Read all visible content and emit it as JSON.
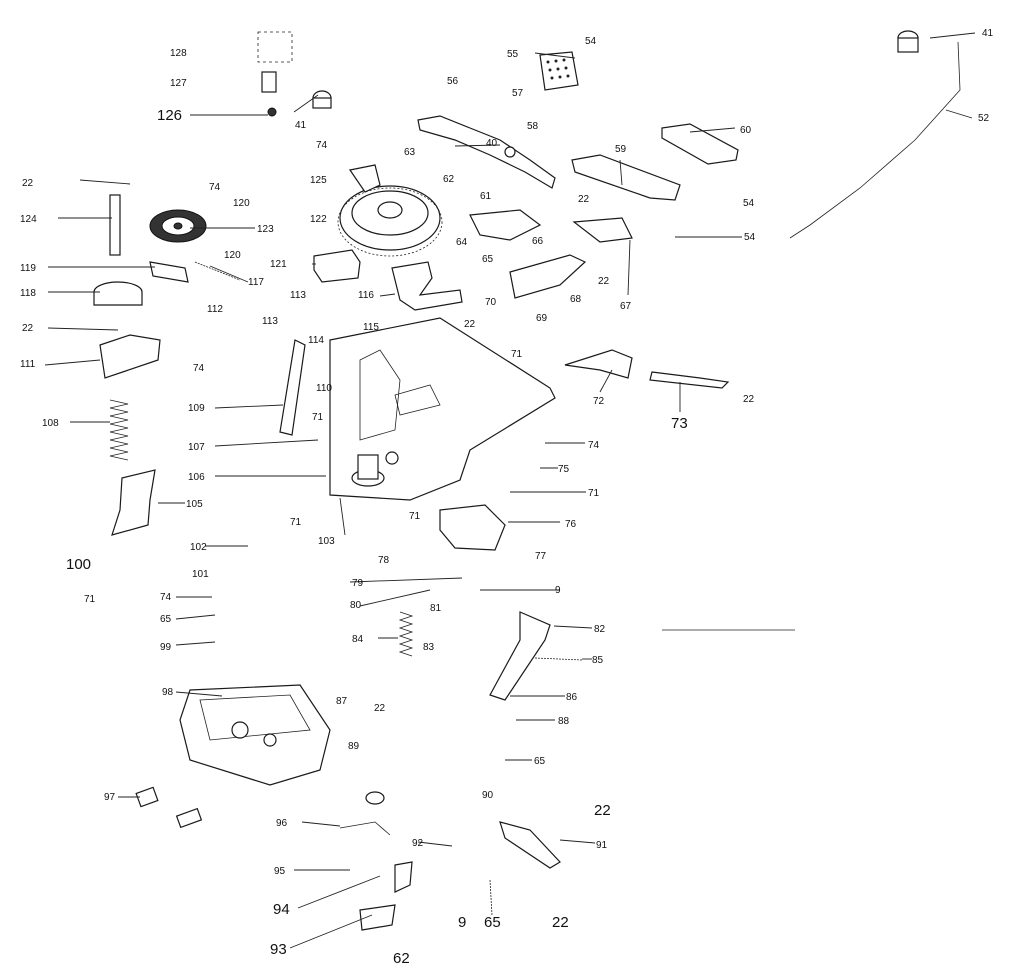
{
  "labels": {
    "l128": "128",
    "l127": "127",
    "l126": "126",
    "l41a": "41",
    "l41b": "41",
    "l54a": "54",
    "l55": "55",
    "l56": "56",
    "l57": "57",
    "l58": "58",
    "l52": "52",
    "l60": "60",
    "l59": "59",
    "l40": "40",
    "l74a": "74",
    "l63": "63",
    "l22a": "22",
    "l74b": "74",
    "l120a": "120",
    "l125": "125",
    "l62a": "62",
    "l61": "61",
    "l22b": "22",
    "l54b": "54",
    "l54c": "54",
    "l124": "124",
    "l123": "123",
    "l122": "122",
    "l120b": "120",
    "l66": "66",
    "l64": "64",
    "l119": "119",
    "l121": "121",
    "l117": "117",
    "l65a": "65",
    "l22c": "22",
    "l118": "118",
    "l113a": "113",
    "l116": "116",
    "l70": "70",
    "l68": "68",
    "l67": "67",
    "l112": "112",
    "l22d": "22",
    "l113b": "113",
    "l22e": "22",
    "l69": "69",
    "l115": "115",
    "l114": "114",
    "l71a": "71",
    "l111": "111",
    "l74c": "74",
    "l110": "110",
    "l72": "72",
    "l22f": "22",
    "l109": "109",
    "l71b": "71",
    "l73": "73",
    "l108": "108",
    "l107": "107",
    "l74d": "74",
    "l75": "75",
    "l106": "106",
    "l71c": "71",
    "l105": "105",
    "l71d": "71",
    "l71e": "71",
    "l76": "76",
    "l103": "103",
    "l102": "102",
    "l77": "77",
    "l78": "78",
    "l100": "100",
    "l101": "101",
    "l79": "79",
    "l9a": "9",
    "l71f": "71",
    "l74e": "74",
    "l80": "80",
    "l81": "81",
    "l82": "82",
    "l65b": "65",
    "l84": "84",
    "l99": "99",
    "l83": "83",
    "l85": "85",
    "l98": "98",
    "l87": "87",
    "l22g": "22",
    "l86": "86",
    "l88": "88",
    "l89": "89",
    "l65c": "65",
    "l97": "97",
    "l90": "90",
    "l22h": "22",
    "l96": "96",
    "l92": "92",
    "l91": "91",
    "l95": "95",
    "l94": "94",
    "l93": "93",
    "l9b": "9",
    "l65d": "65",
    "l22i": "22",
    "l62b": "62"
  }
}
